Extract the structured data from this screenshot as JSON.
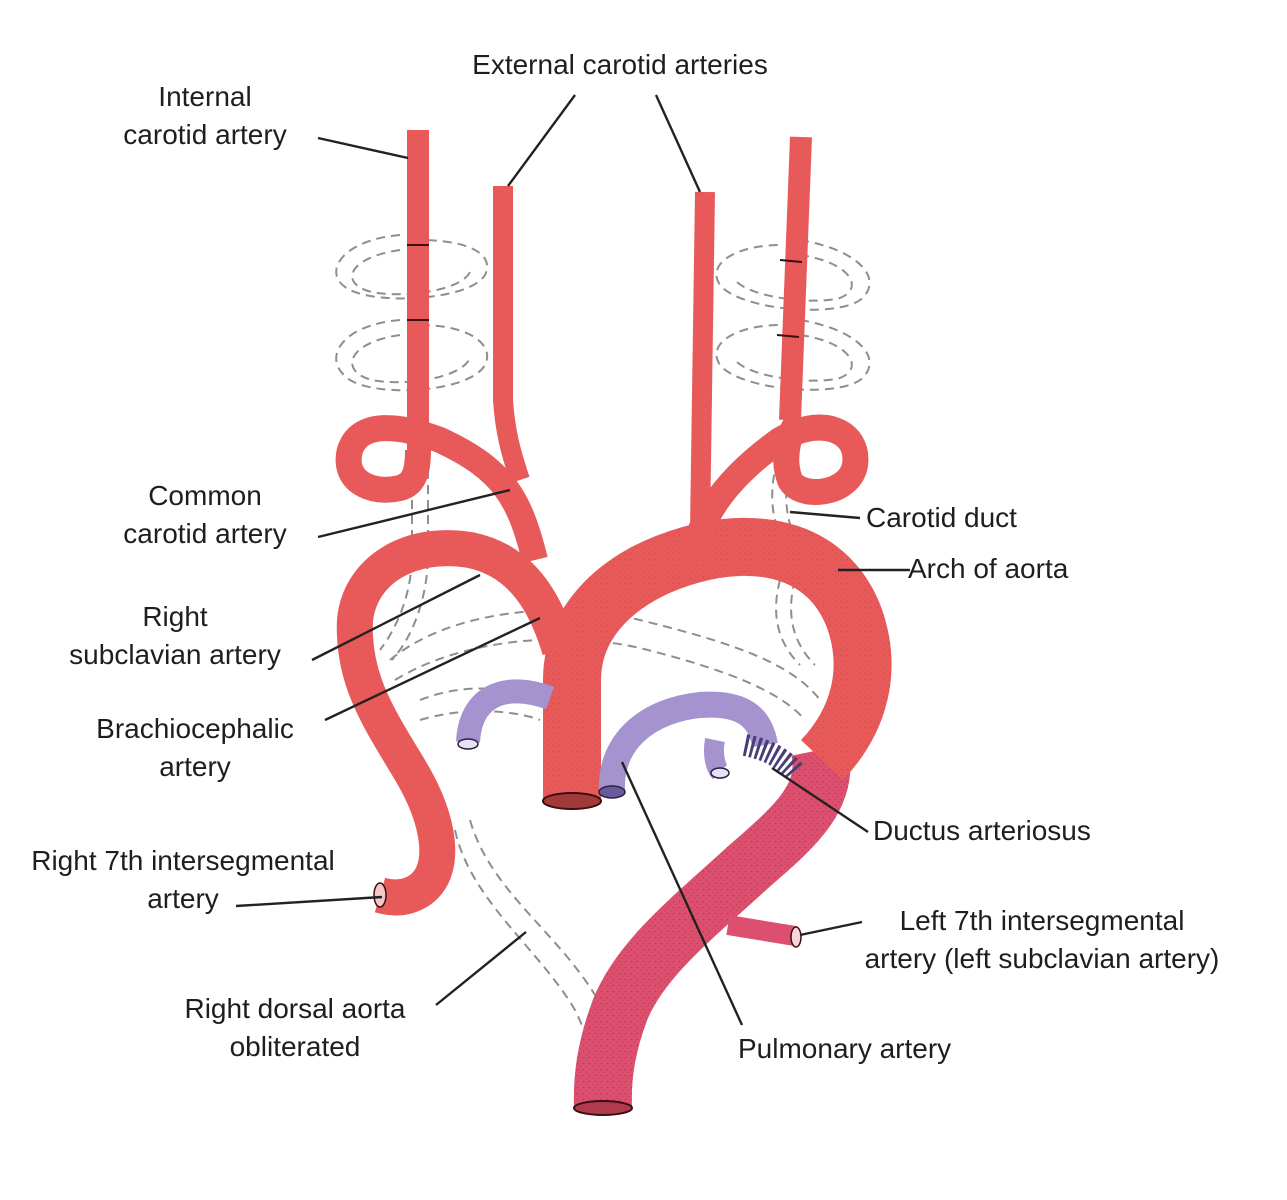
{
  "labels": {
    "external_carotid": "External carotid arteries",
    "internal_carotid": [
      "Internal",
      "carotid artery"
    ],
    "common_carotid": [
      "Common",
      "carotid artery"
    ],
    "right_subclavian": [
      "Right",
      "subclavian artery"
    ],
    "brachiocephalic": [
      "Brachiocephalic",
      "artery"
    ],
    "right_7th": [
      "Right 7th intersegmental",
      "artery"
    ],
    "right_dorsal_aorta": [
      "Right dorsal aorta",
      "obliterated"
    ],
    "carotid_duct": "Carotid duct",
    "arch_of_aorta": "Arch of aorta",
    "ductus_arteriosus": "Ductus arteriosus",
    "left_7th": [
      "Left 7th intersegmental",
      "artery (left subclavian artery)"
    ],
    "pulmonary_artery": "Pulmonary artery"
  },
  "colors": {
    "aortic_vessels": "#e85a5a",
    "descending_aorta": "#dd4f6e",
    "pulmonary": "#a593cf",
    "obliterated": "#8e8e8e"
  }
}
